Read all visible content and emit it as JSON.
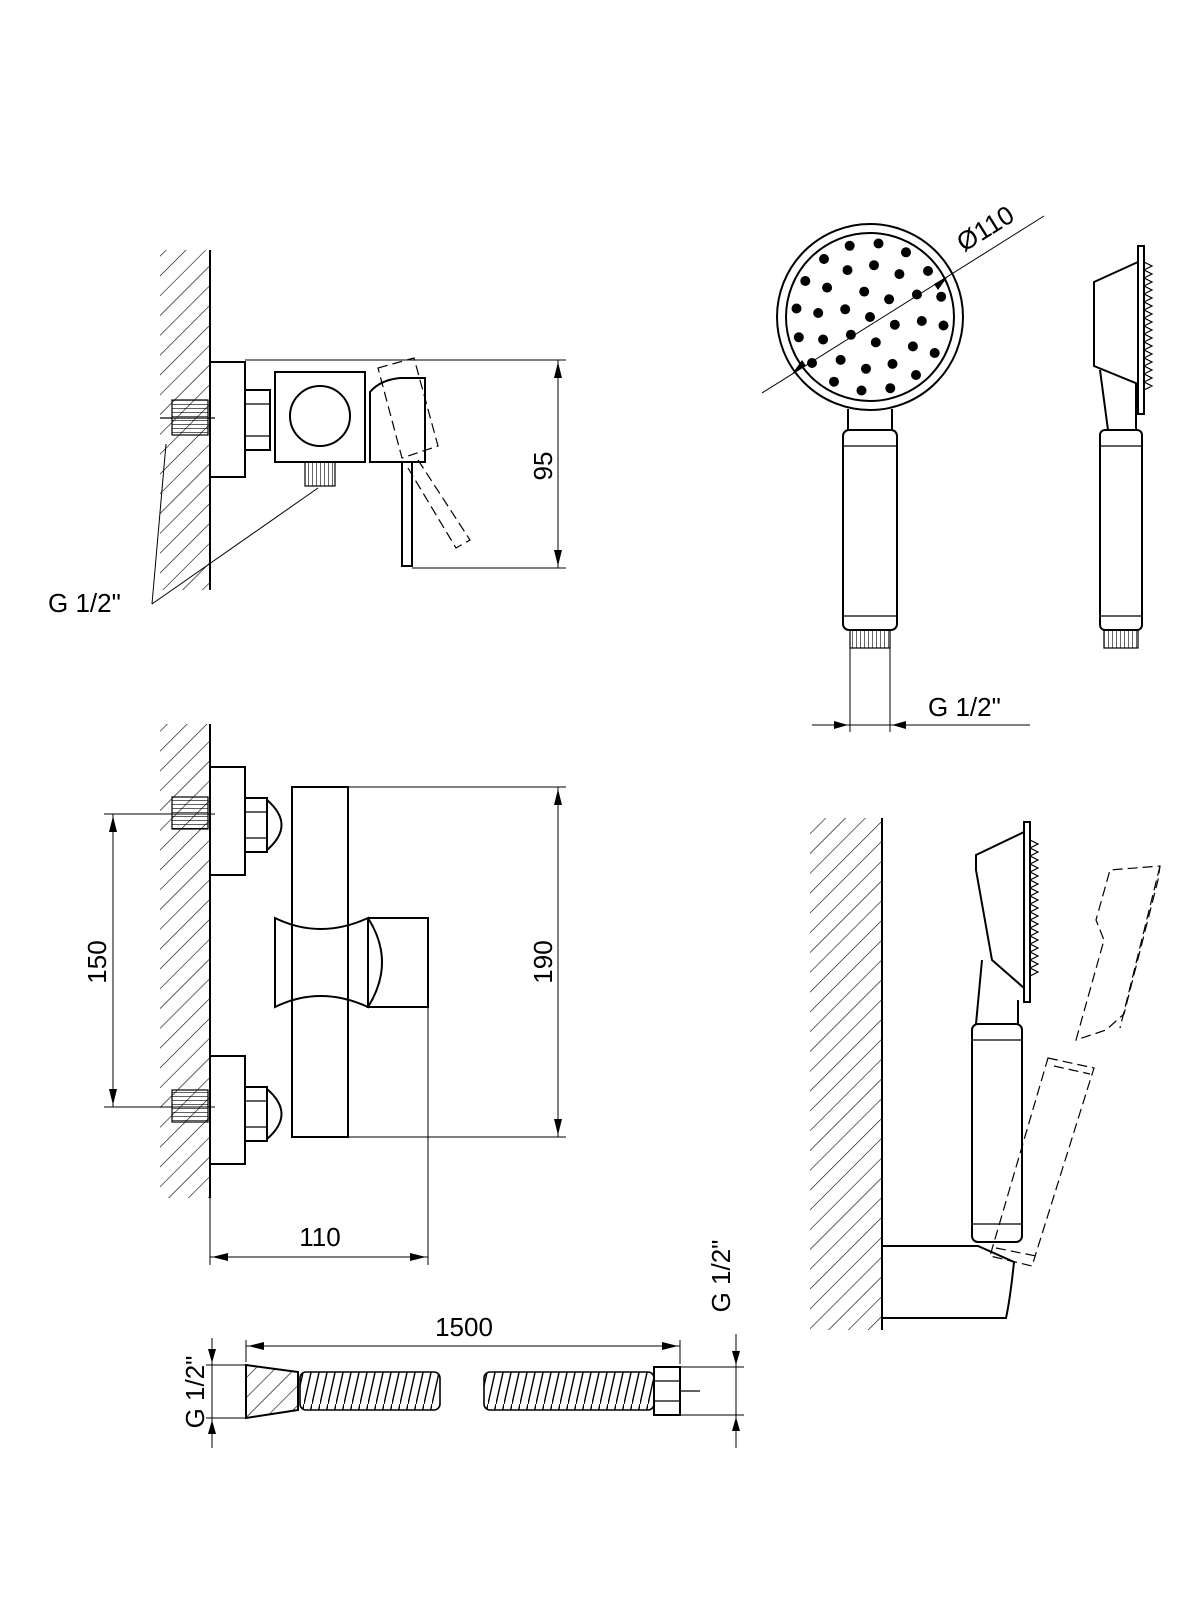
{
  "mixer_side_view": {
    "height_dimension": "95",
    "thread_label": "G 1/2\""
  },
  "mixer_front_view": {
    "inlet_spacing_dimension": "150",
    "height_dimension": "190",
    "depth_dimension": "110"
  },
  "hand_shower": {
    "head_diameter_label": "Ø110",
    "thread_label": "G 1/2\""
  },
  "hose": {
    "length_dimension": "1500",
    "left_thread_label": "G 1/2\"",
    "right_thread_label": "G 1/2\""
  }
}
